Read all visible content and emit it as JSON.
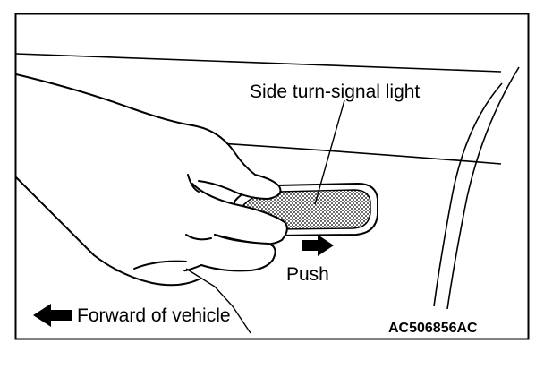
{
  "labels": {
    "part_name": "Side turn-signal light",
    "action": "Push",
    "direction": "Forward of vehicle",
    "figure_code": "AC506856AC"
  }
}
